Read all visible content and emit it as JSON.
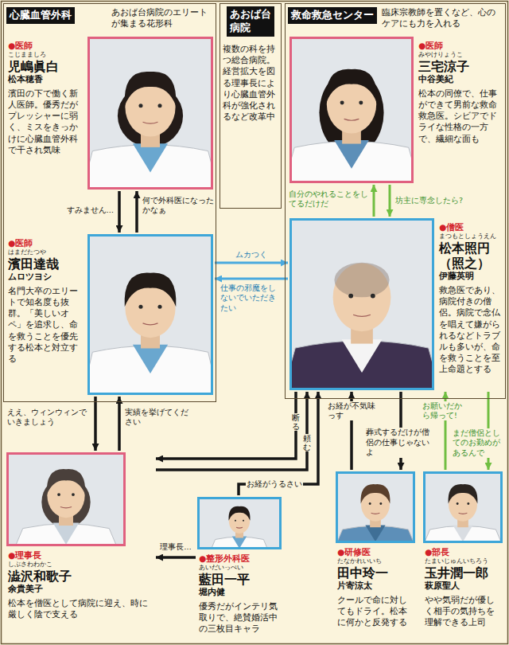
{
  "diagram": {
    "nodes": [
      {
        "text": [
          "心臓血管外科",
          "あおば台病院のエリートが集まる花形科"
        ]
      },
      {
        "text": [
          "●医師",
          "こじまましろ",
          "児嶋眞白",
          "松本穂香",
          "濱田の下で働く新人医師。優秀だがプレッシャーに弱く、ミスをきっかけに心臓血管外科で干され気味"
        ],
        "in": 0
      },
      {
        "text": [
          "●医師",
          "はまだたつや",
          "濱田達哉",
          "ムロツヨシ",
          "名門大卒のエリートで知名度も抜群。「美しいオペ」を追求し、命を救うことを優先する松本と対立する"
        ],
        "in": 0
      },
      {
        "text": [
          "あおば台病院",
          "複数の科を持つ総合病院。経営拡大を図る理事長により心臓血管外科が強化されるなど改革中"
        ]
      },
      {
        "text": [
          "救命救急センター",
          "臨床宗教師を置くなど、心のケアにも力を入れる"
        ]
      },
      {
        "text": [
          "●医師",
          "みやけりょうこ",
          "三宅涼子",
          "中谷美紀",
          "松本の同僚で、仕事ができて男前な救命救急医。シビアでドライな性格の一方で、繊細な面も"
        ],
        "in": 4
      },
      {
        "text": [
          "●僧医",
          "まつもとしょうえん",
          "松本照円 （照之）",
          "伊藤英明",
          "救急医であり、病院付きの僧侶。病院で念仏を唱えて嫌がられるなどトラブルも多いが、命を救うことを至上命題とする"
        ],
        "in": 4
      },
      {
        "text": [
          "●理事長",
          "しぶさわわかこ",
          "澁沢和歌子",
          "余貴美子",
          "松本を僧医として病院に迎え、時に厳しく陰で支える"
        ]
      },
      {
        "text": [
          "●整形外科医",
          "あいだいっぺい",
          "藍田一平",
          "堀内健",
          "優秀だがインテリ気取りで、絶賛婚活中の三枚目キャラ"
        ]
      },
      {
        "text": [
          "●研修医",
          "たなかれいいち",
          "田中玲一",
          "片寄涼太",
          "クールで命に対してもドライ。松本に何かと反発する"
        ]
      },
      {
        "text": [
          "●部長",
          "たまいじゅんいちろう",
          "玉井潤一郎",
          "萩原聖人",
          "やや気弱だが優しく相手の気持ちを理解できる上司"
        ]
      }
    ],
    "edges": [
      {
        "from": 2,
        "to": 1,
        "label": "何で外科医になったかなぁ",
        "arrow": "to"
      },
      {
        "from": 1,
        "to": 2,
        "label": "すみません…",
        "arrow": "to"
      },
      {
        "from": 2,
        "to": 6,
        "label": "ムカつく",
        "arrow": "to"
      },
      {
        "from": 6,
        "to": 2,
        "label": "仕事の邪魔をしないでいただきたい",
        "arrow": "to"
      },
      {
        "from": 6,
        "to": 5,
        "label": "自分のやれることをしてるだけだ",
        "arrow": "to"
      },
      {
        "from": 5,
        "to": 6,
        "label": "坊主に専念したら?",
        "arrow": "to"
      },
      {
        "from": 2,
        "to": 7,
        "label": "ええ、ウィンウィンでいきましょう",
        "arrow": "to"
      },
      {
        "from": 7,
        "to": 2,
        "label": "実績を挙げてください",
        "arrow": "to"
      },
      {
        "from": 6,
        "to": 7,
        "label": "断る",
        "arrow": "to"
      },
      {
        "from": 7,
        "to": 6,
        "label": "頼む",
        "arrow": "to"
      },
      {
        "from": 8,
        "to": 6,
        "label": "お経がうるさい",
        "arrow": "to"
      },
      {
        "from": 8,
        "to": 7,
        "label": "理事長…",
        "arrow": "to"
      },
      {
        "from": 9,
        "to": 6,
        "label": "お経が不気味っす",
        "arrow": "to"
      },
      {
        "from": 6,
        "to": 9,
        "label": "葬式するだけが僧侶の仕事じゃないよ",
        "arrow": "to"
      },
      {
        "from": 10,
        "to": 6,
        "label": "お願いだから帰って!",
        "arrow": "to"
      },
      {
        "from": 6,
        "to": 10,
        "label": "まだ僧侶としてのお勤めがあるんで",
        "arrow": "to"
      }
    ]
  }
}
